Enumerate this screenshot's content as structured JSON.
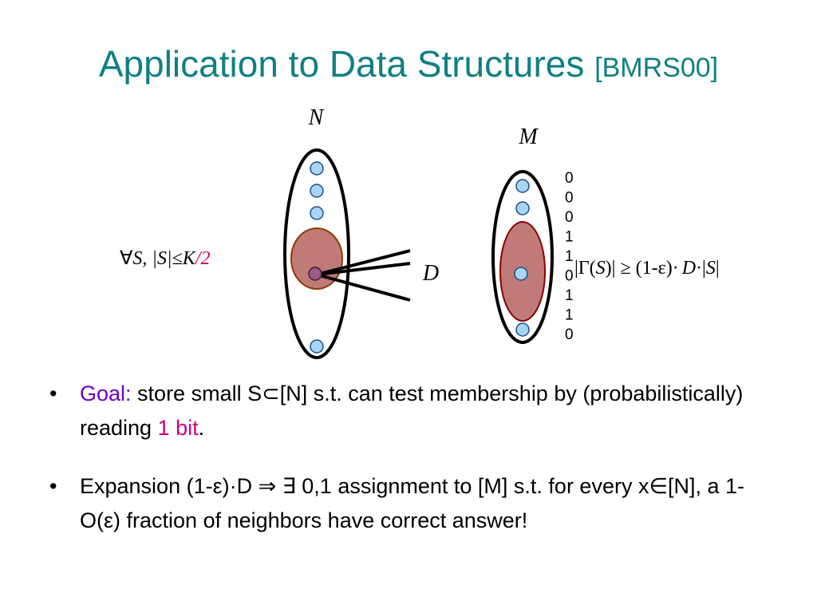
{
  "title": {
    "main": "Application to Data Structures",
    "cite": "[BMRS00]"
  },
  "diagram": {
    "left_set_label": "N",
    "right_set_label": "M",
    "edge_label": "D",
    "left_condition": {
      "forall": "∀",
      "var": "S,",
      "size": "|S|",
      "leq": "≤",
      "bound": "K",
      "frac": "/2"
    },
    "right_condition": {
      "a": "|Γ(",
      "s": "S",
      "b": ")| ≥ (1-ε)·",
      "d": "D",
      "c": "·|",
      "s2": "S",
      "e": "|"
    },
    "bits": [
      "0",
      "0",
      "0",
      "1",
      "1",
      "0",
      "1",
      "1",
      "0"
    ],
    "colors": {
      "node": "#a8d4f5",
      "subset_fill": "#c07a78",
      "teal": "#118080"
    }
  },
  "bullets": [
    {
      "marker": "•",
      "keyword": "Goal:",
      "text_before_bit": " store small S⊂[N] s.t. can test membership by (probabilistically) reading ",
      "bit": "1 bit",
      "text_after_bit": "."
    },
    {
      "marker": "•",
      "text": "Expansion (1-ε)·D ⇒ ∃ 0,1 assignment to [M] s.t. for every x∈[N], a 1-O(ε) fraction of neighbors have correct answer!"
    }
  ]
}
